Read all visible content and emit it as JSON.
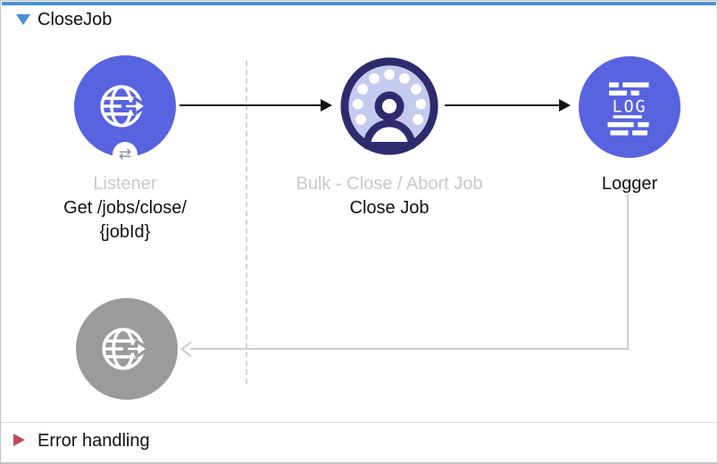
{
  "header": {
    "title": "CloseJob",
    "collapse_icon": "triangle-down"
  },
  "flow": {
    "nodes": {
      "listener": {
        "type_label": "Listener",
        "caption_line1": "Get /jobs/close/",
        "caption_line2": "{jobId}",
        "badge_glyph": "⇄",
        "icon": "globe-arrow-icon"
      },
      "close_job": {
        "type_label": "Bulk - Close / Abort Job",
        "caption": "Close Job",
        "icon": "bulk-user-icon"
      },
      "logger": {
        "caption": "Logger",
        "icon_text": "LOG",
        "icon": "log-icon"
      },
      "response": {
        "icon": "globe-arrow-icon"
      }
    }
  },
  "error_section": {
    "label": "Error handling",
    "expand_icon": "triangle-right"
  },
  "colors": {
    "selection_bar_blue": "#4a90d9",
    "node_blue": "#5863e0",
    "bulk_navy": "#2e2a6e",
    "bulk_fill": "#c5cbee",
    "response_gray": "#9b9b9b",
    "muted_label_gray": "#c9c9c9",
    "connector_gray": "#cfcfcf",
    "arrow_black": "#111111",
    "error_red": "#c14b5a"
  }
}
